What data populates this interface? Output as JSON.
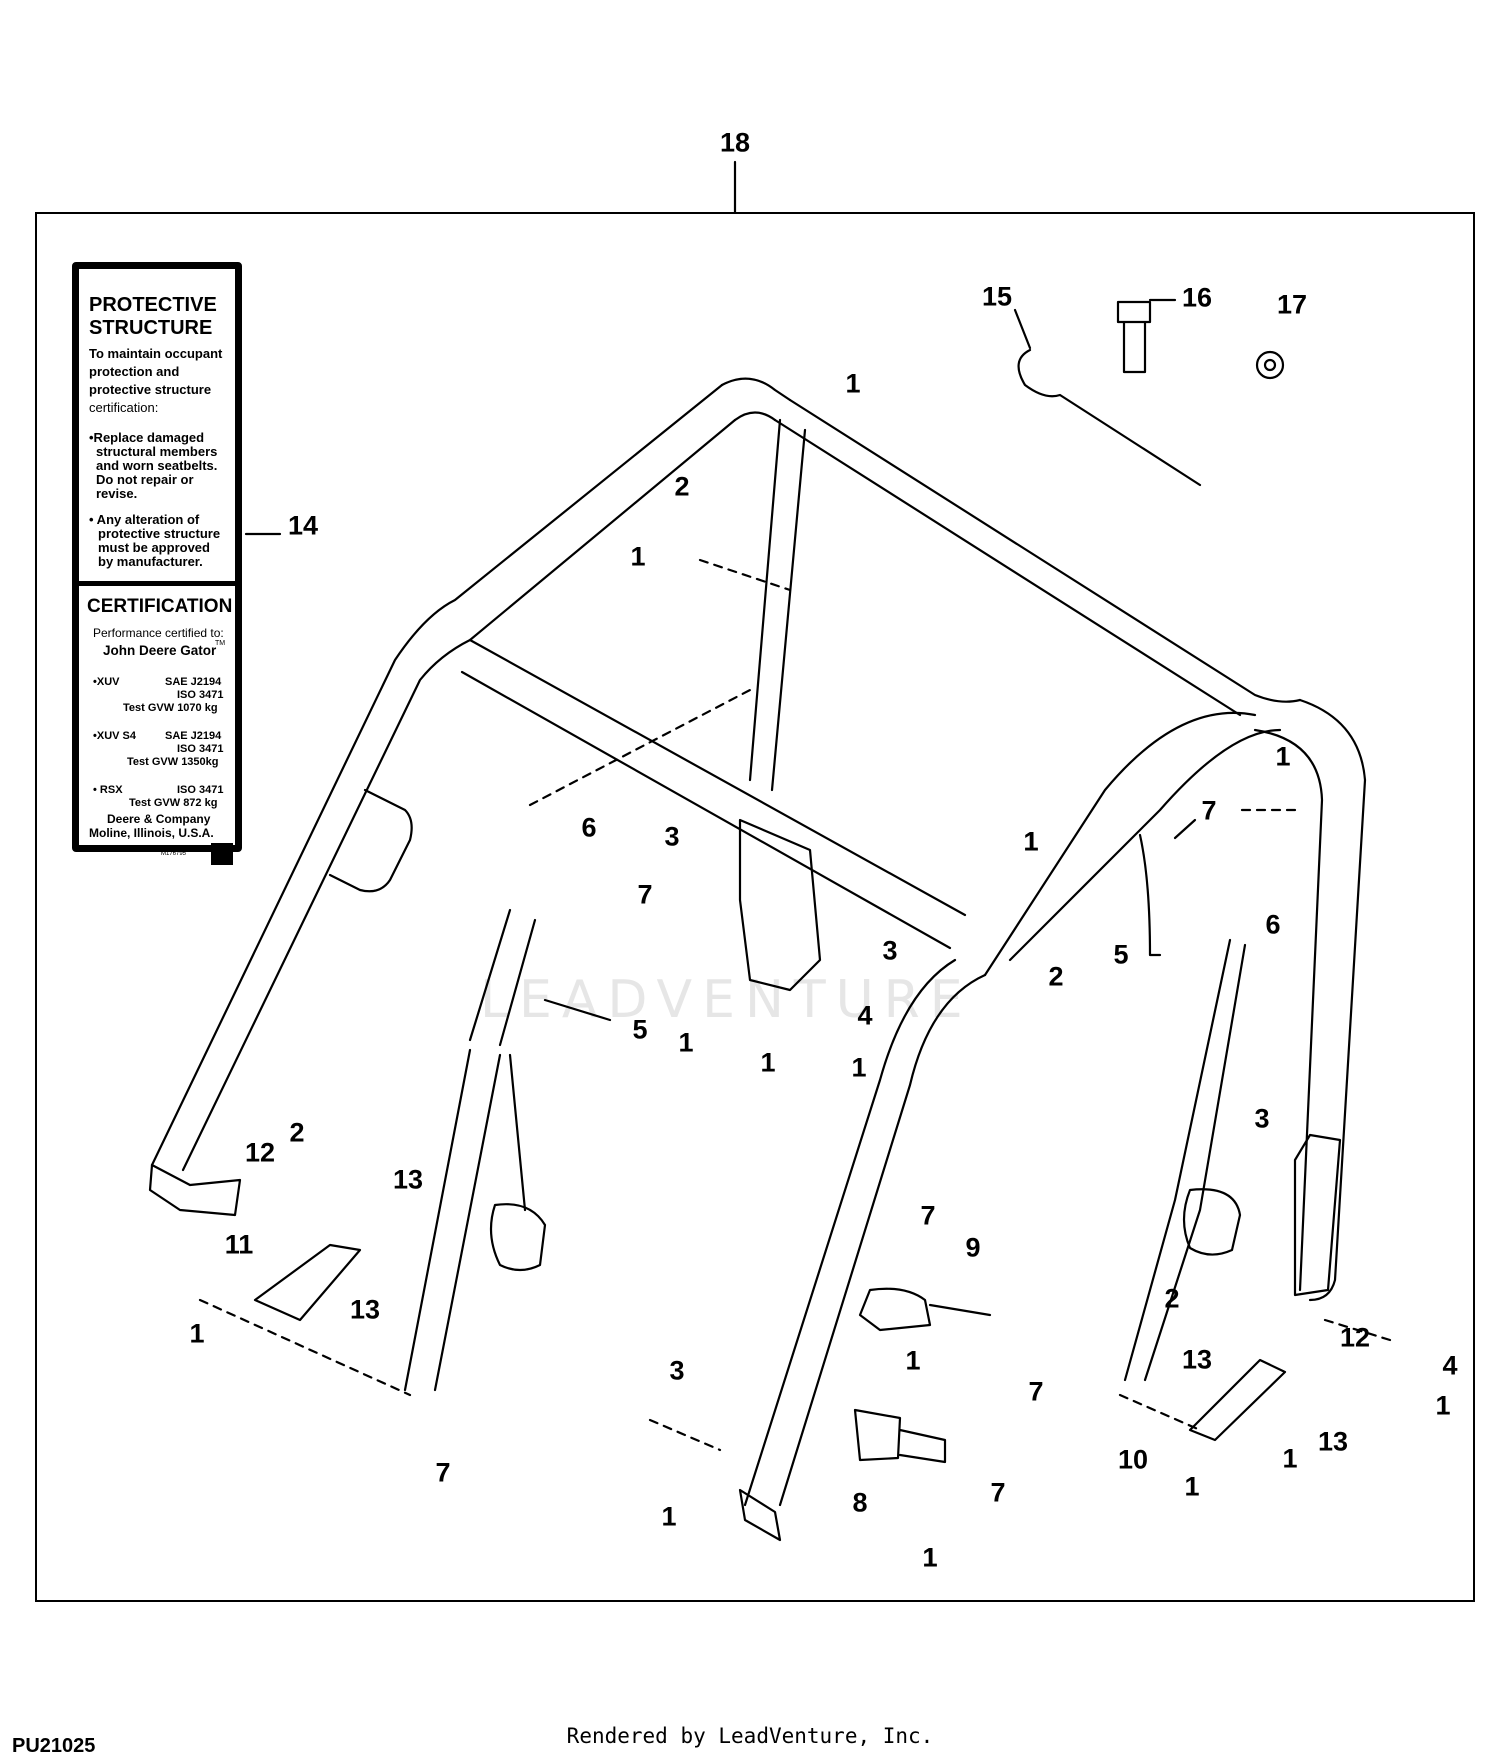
{
  "callouts": [
    "18",
    "1",
    "2",
    "1",
    "14",
    "15",
    "16",
    "17",
    "6",
    "3",
    "7",
    "1",
    "3",
    "5",
    "1",
    "1",
    "1",
    "4",
    "1",
    "2",
    "1",
    "7",
    "6",
    "5",
    "2",
    "12",
    "13",
    "11",
    "13",
    "1",
    "7",
    "3",
    "1",
    "7",
    "9",
    "1",
    "3",
    "2",
    "13",
    "12",
    "4",
    "7",
    "10",
    "1",
    "13",
    "1",
    "1",
    "1",
    "8",
    "7",
    "1"
  ],
  "decal": {
    "title_line1": "PROTECTIVE",
    "title_line2": "STRUCTURE",
    "intro_line1": "To maintain occupant",
    "intro_line2": "protection and",
    "intro_line3": "protective structure",
    "intro_line4": "certification:",
    "bullet1_line1": "•Replace damaged",
    "bullet1_line2": "structural members",
    "bullet1_line3": "and worn seatbelts.",
    "bullet1_line4": "Do not repair or",
    "bullet1_line5": "revise.",
    "bullet2_line1": "• Any alteration of",
    "bullet2_line2": "protective structure",
    "bullet2_line3": "must be approved",
    "bullet2_line4": "by manufacturer.",
    "cert_title": "CERTIFICATION",
    "cert_line1": "Performance certified to:",
    "cert_line2": "John Deere Gator",
    "cert_tm": "TM",
    "xuv_label": "•XUV",
    "xuv_std1": "SAE J2194",
    "xuv_std2": "ISO 3471",
    "xuv_gvw": "Test GVW 1070 kg",
    "xuvs4_label": "•XUV S4",
    "xuvs4_std1": "SAE J2194",
    "xuvs4_std2": "ISO 3471",
    "xuvs4_gvw": "Test GVW 1350kg",
    "rsx_label": "• RSX",
    "rsx_std1": "ISO 3471",
    "rsx_gvw": "Test GVW 872 kg",
    "maker_line1": "Deere & Company",
    "maker_line2": "Moline, Illinois, U.S.A.",
    "decal_code": "M176795"
  },
  "diagram_code": "PU21025",
  "footer_text": "Rendered by LeadVenture, Inc.",
  "watermark_text": "LEADVENTURE"
}
